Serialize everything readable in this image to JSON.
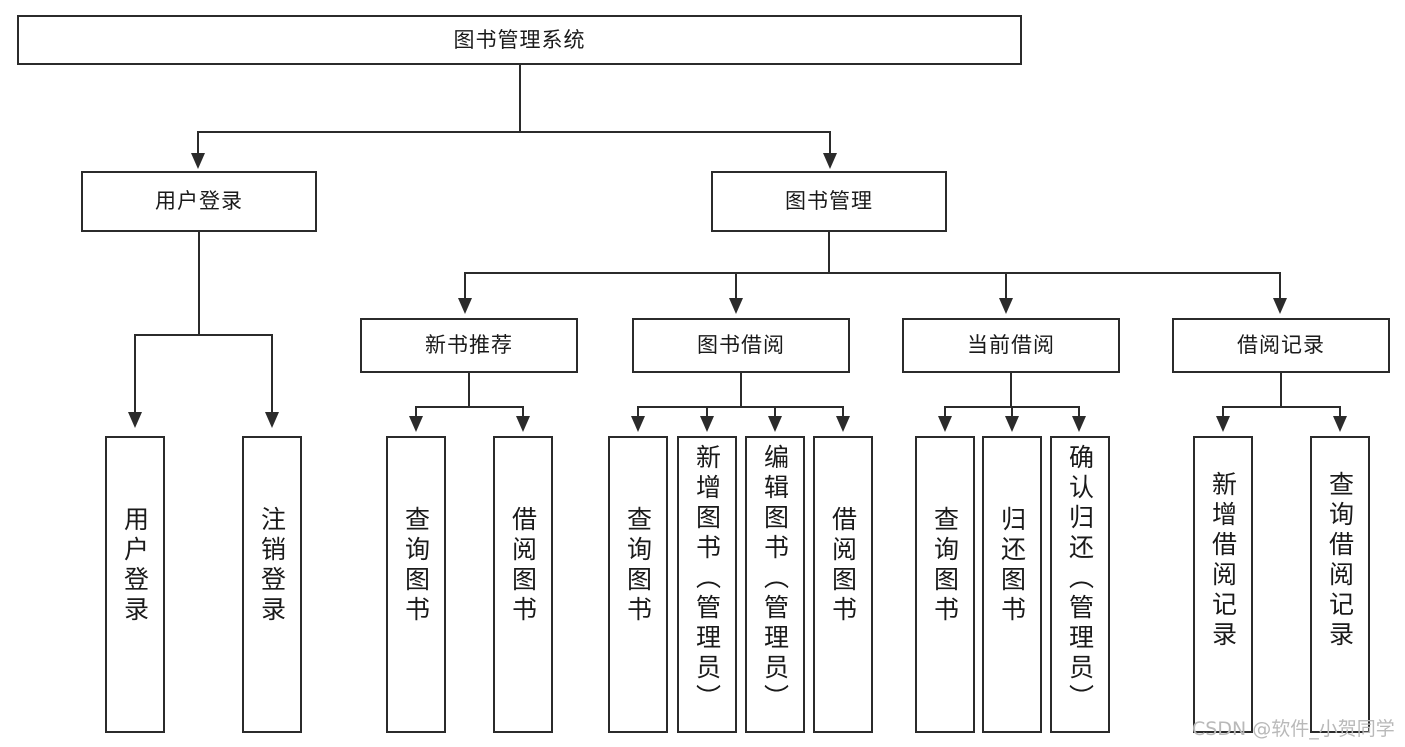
{
  "diagram": {
    "title_node": {
      "label": "图书管理系统"
    },
    "level2": [
      {
        "id": "user-login",
        "label": "用户登录"
      },
      {
        "id": "book-management",
        "label": "图书管理"
      }
    ],
    "level3": [
      {
        "id": "new-book-recommend",
        "label": "新书推荐"
      },
      {
        "id": "book-borrow",
        "label": "图书借阅"
      },
      {
        "id": "current-borrow",
        "label": "当前借阅"
      },
      {
        "id": "borrow-record",
        "label": "借阅记录"
      }
    ],
    "leaves": {
      "user_login": [
        {
          "id": "leaf-user-login",
          "label": "用户登录"
        },
        {
          "id": "leaf-logout-login",
          "label": "注销登录"
        }
      ],
      "new_book_recommend": [
        {
          "id": "leaf-query-book-1",
          "label": "查询图书"
        },
        {
          "id": "leaf-borrow-book-1",
          "label": "借阅图书"
        }
      ],
      "book_borrow": [
        {
          "id": "leaf-query-book-2",
          "label": "查询图书"
        },
        {
          "id": "leaf-add-book",
          "label": "新增图书（管理员）"
        },
        {
          "id": "leaf-edit-book",
          "label": "编辑图书（管理员）"
        },
        {
          "id": "leaf-borrow-book-2",
          "label": "借阅图书"
        }
      ],
      "current_borrow": [
        {
          "id": "leaf-query-book-3",
          "label": "查询图书"
        },
        {
          "id": "leaf-return-book",
          "label": "归还图书"
        },
        {
          "id": "leaf-confirm-return",
          "label": "确认归还（管理员）"
        }
      ],
      "borrow_record": [
        {
          "id": "leaf-add-record",
          "label": "新增借阅记录"
        },
        {
          "id": "leaf-query-record",
          "label": "查询借阅记录"
        }
      ]
    }
  },
  "watermark": {
    "text": "CSDN @软件_小贺同学"
  },
  "colors": {
    "stroke": "#2b2b2b",
    "background": "#ffffff",
    "text": "#1a1a1a",
    "watermark": "#b9b9b9"
  }
}
